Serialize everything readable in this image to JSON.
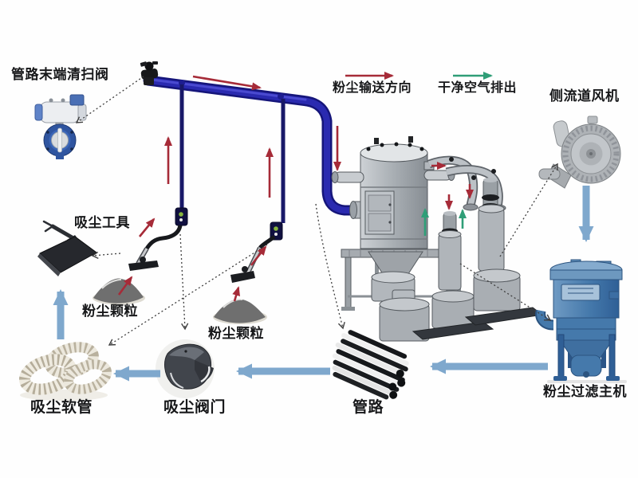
{
  "diagram": {
    "type": "industrial-vacuum-dust-collection-system-schematic",
    "background": "#fefefe",
    "labels": {
      "pipe_end_clean_valve": "管路末端清扫阀",
      "side_channel_fan": "侧流道风机",
      "vacuum_tool": "吸尘工具",
      "dust_particles_left": "粉尘颗粒",
      "dust_particles_mid": "粉尘颗粒",
      "vacuum_hose": "吸尘软管",
      "vacuum_valve": "吸尘阀门",
      "piping": "管路",
      "dust_filter_main_unit": "粉尘过滤主机"
    },
    "legend": {
      "dust_direction": {
        "label": "粉尘输送方向",
        "arrow_color": "#a62b38"
      },
      "clean_air": {
        "label": "干净空气排出",
        "arrow_color": "#2f9e77"
      }
    },
    "colors": {
      "dust_flow_arrow": "#a62b38",
      "clean_air_arrow": "#2f9e77",
      "process_flow_arrow": "#7fa8cd",
      "main_pipe_blue": "#2a2ab0",
      "drop_pipe_navy": "#181868",
      "filter_unit_blue": "#4579ab",
      "machine_gray": "#b0b5ba",
      "label_text": "#17181a"
    }
  }
}
